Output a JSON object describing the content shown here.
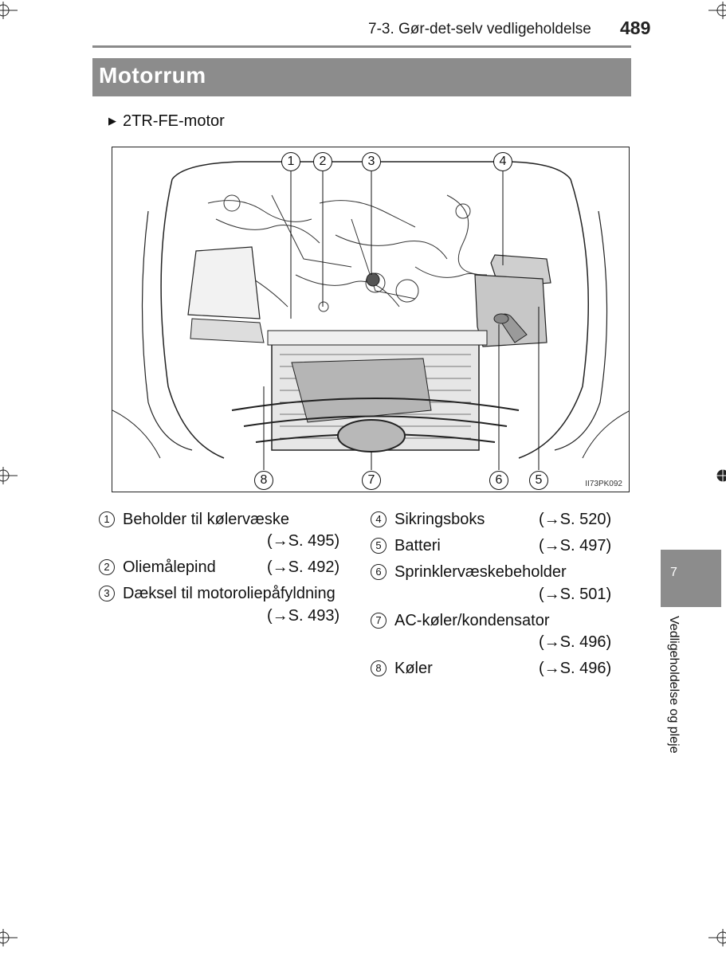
{
  "header": {
    "chapter_title": "7-3. Gør-det-selv vedligeholdelse",
    "page_number": "489"
  },
  "section": {
    "title": "Motorrum",
    "subtitle": "2TR-FE-motor"
  },
  "figure": {
    "code": "II73PK092",
    "callouts": [
      "1",
      "2",
      "3",
      "4",
      "5",
      "6",
      "7",
      "8"
    ]
  },
  "legend": {
    "left": [
      {
        "num": "1",
        "label": "Beholder til kølervæske",
        "ref": "(→S. 495)"
      },
      {
        "num": "2",
        "label": "Oliemålepind",
        "ref": "(→S. 492)"
      },
      {
        "num": "3",
        "label": "Dæksel til motoroliepåfyldning",
        "ref": "(→S. 493)"
      }
    ],
    "right": [
      {
        "num": "4",
        "label": "Sikringsboks",
        "ref": "(→S. 520)"
      },
      {
        "num": "5",
        "label": "Batteri",
        "ref": "(→S. 497)"
      },
      {
        "num": "6",
        "label": "Sprinklervæskebeholder",
        "ref": "(→S. 501)"
      },
      {
        "num": "7",
        "label": "AC-køler/kondensator",
        "ref": "(→S. 496)"
      },
      {
        "num": "8",
        "label": "Køler",
        "ref": "(→S. 496)"
      }
    ]
  },
  "side_tab": {
    "number": "7",
    "label": "Vedligeholdelse og pleje"
  }
}
